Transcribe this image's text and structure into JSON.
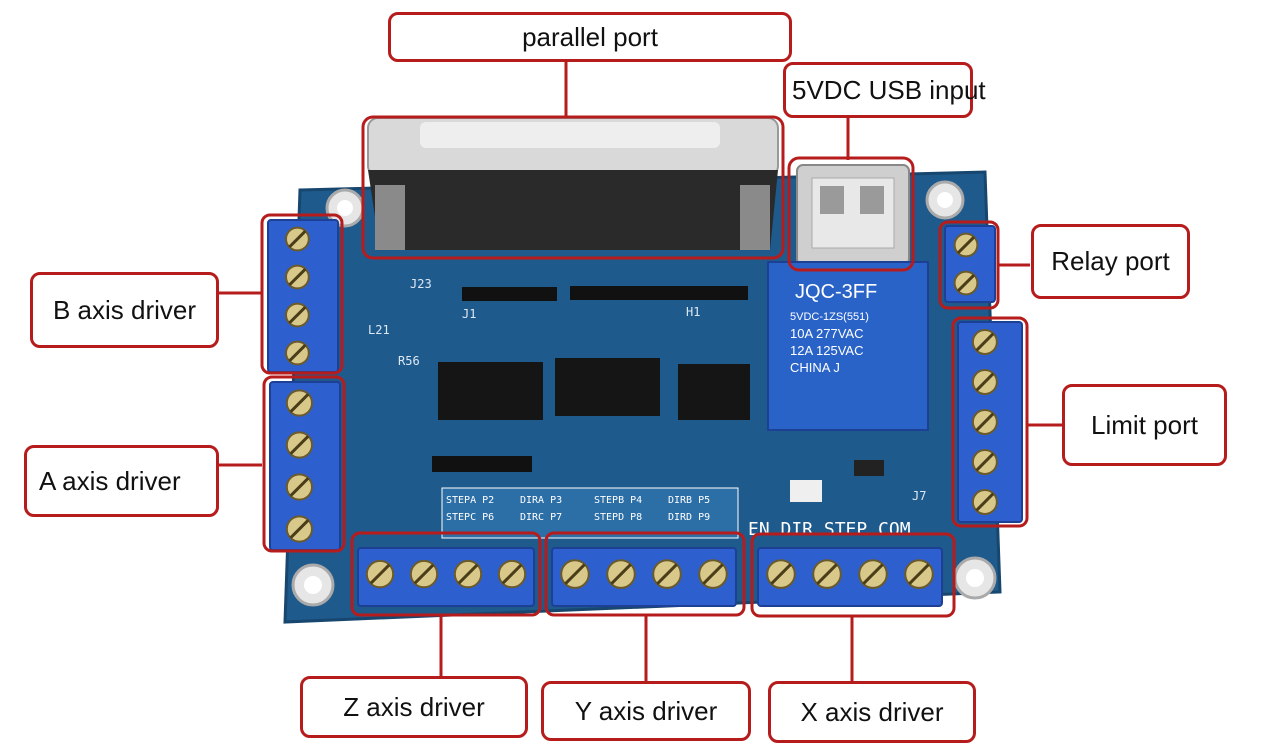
{
  "colors": {
    "pcb": "#1f5a8c",
    "pcb_dark": "#17466e",
    "terminal_blue": "#2d5fcf",
    "terminal_dark": "#1d3f94",
    "callout_border": "#b71c1c",
    "relay_blue": "#2a63c8",
    "connector_metal": "#c9c9c9"
  },
  "labels": {
    "parallel_port": "parallel port",
    "usb_input": "5VDC USB input",
    "relay_port": "Relay port",
    "limit_port": "Limit port",
    "b_axis": "B axis driver",
    "a_axis": "A axis driver",
    "z_axis": "Z axis driver",
    "y_axis": "Y axis driver",
    "x_axis": "X axis driver"
  },
  "board_text": {
    "relay_model": "JQC-3FF",
    "relay_line1": "5VDC-1ZS(551)",
    "relay_line2": "10A 277VAC",
    "relay_line3": "12A 125VAC",
    "relay_line4": "CHINA J",
    "x_pins": "EN DIR STEP COM",
    "j23": "J23",
    "j1": "J1",
    "h1": "H1",
    "j7": "J7",
    "l21": "L21",
    "r56": "R56",
    "pin_table": [
      "STEPA P2",
      "DIRA P3",
      "STEPB P4",
      "DIRB P5",
      "STEPC P6",
      "DIRC P7",
      "STEPD P8",
      "DIRD P9"
    ]
  }
}
